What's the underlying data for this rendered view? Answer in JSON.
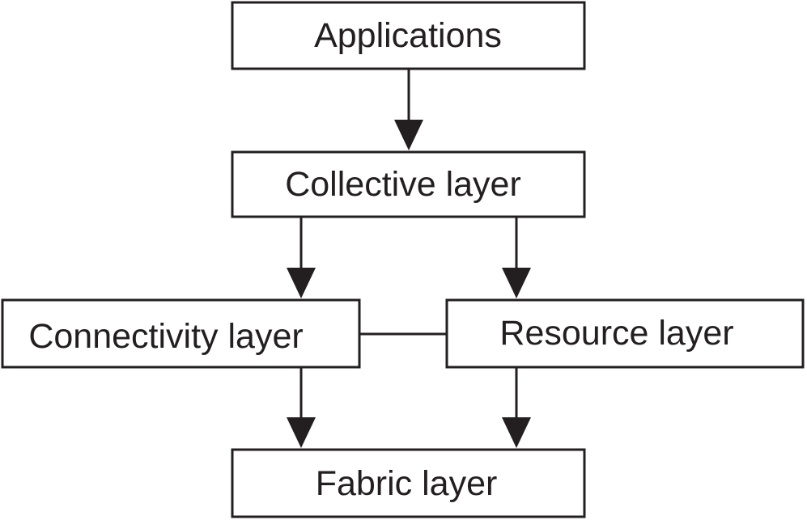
{
  "diagram": {
    "nodes": {
      "applications": {
        "label": "Applications"
      },
      "collective": {
        "label": "Collective layer"
      },
      "connectivity": {
        "label": "Connectivity layer"
      },
      "resource": {
        "label": "Resource layer"
      },
      "fabric": {
        "label": "Fabric layer"
      }
    },
    "edges": [
      {
        "from": "Applications",
        "to": "Collective layer",
        "type": "arrow"
      },
      {
        "from": "Collective layer",
        "to": "Connectivity layer",
        "type": "arrow"
      },
      {
        "from": "Collective layer",
        "to": "Resource layer",
        "type": "arrow"
      },
      {
        "from": "Connectivity layer",
        "to": "Resource layer",
        "type": "line"
      },
      {
        "from": "Connectivity layer",
        "to": "Fabric layer",
        "type": "arrow"
      },
      {
        "from": "Resource layer",
        "to": "Fabric layer",
        "type": "arrow"
      }
    ],
    "colors": {
      "stroke": "#231f20",
      "fill": "#ffffff",
      "text": "#231f20"
    }
  }
}
